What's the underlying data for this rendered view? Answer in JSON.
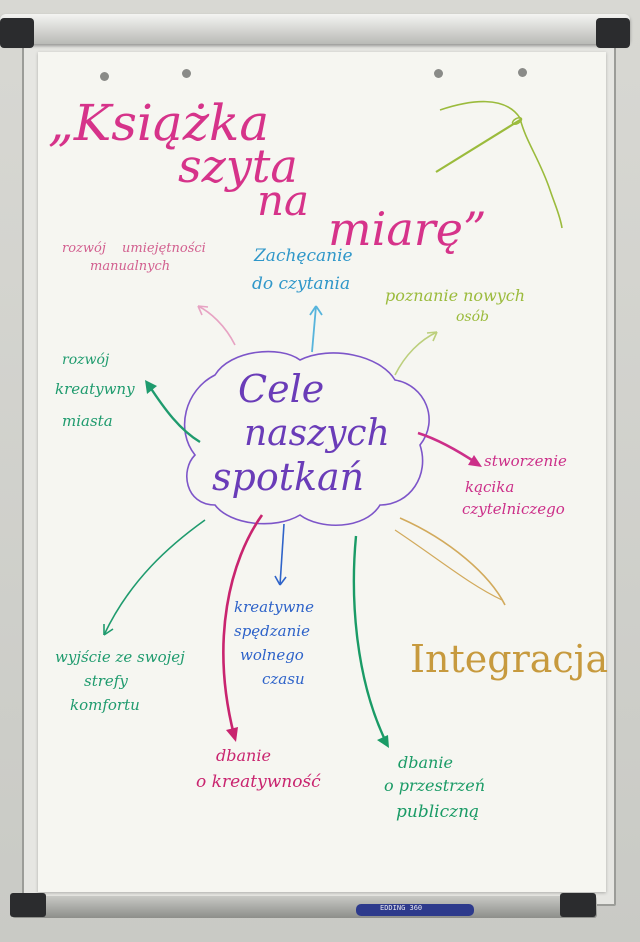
{
  "title": {
    "lines": [
      "„Książka",
      "szyta",
      "na",
      "miarę”"
    ],
    "color": "#d6338a"
  },
  "center": {
    "lines": [
      "Cele",
      "naszych",
      "spotkań"
    ],
    "color": "#6a3cb8"
  },
  "goals": {
    "umiejetnosci": {
      "lines": [
        "rozwój",
        "umiejętności",
        "manualnych"
      ],
      "color": "#d25f8f"
    },
    "czytanie": {
      "lines": [
        "Zachęcanie",
        "do czytania"
      ],
      "color": "#2f97c9"
    },
    "poznanie": {
      "lines": [
        "poznanie nowych",
        "osób"
      ],
      "color": "#9bbb3c"
    },
    "kreatywny": {
      "lines": [
        "rozwój",
        "kreatywny",
        "miasta"
      ],
      "color": "#1f9b6e"
    },
    "kacik": {
      "lines": [
        "stworzenie",
        "kącika",
        "czytelniczego"
      ],
      "color": "#cc2f89"
    },
    "strefa": {
      "lines": [
        "wyjście ze swojej",
        "strefy",
        "komfortu"
      ],
      "color": "#1f9b6e"
    },
    "czas": {
      "lines": [
        "kreatywne",
        "spędzanie",
        "wolnego",
        "czasu"
      ],
      "color": "#2e63c9"
    },
    "integracja": {
      "lines": [
        "Integracja"
      ],
      "color": "#c79a3e"
    },
    "kreatywnosc": {
      "lines": [
        "dbanie",
        "o kreatywność"
      ],
      "color": "#c9246f"
    },
    "przestrzen": {
      "lines": [
        "dbanie",
        "o przestrzeń",
        "publiczną"
      ],
      "color": "#1a9b66"
    }
  },
  "marker_label": "EDDING 360"
}
